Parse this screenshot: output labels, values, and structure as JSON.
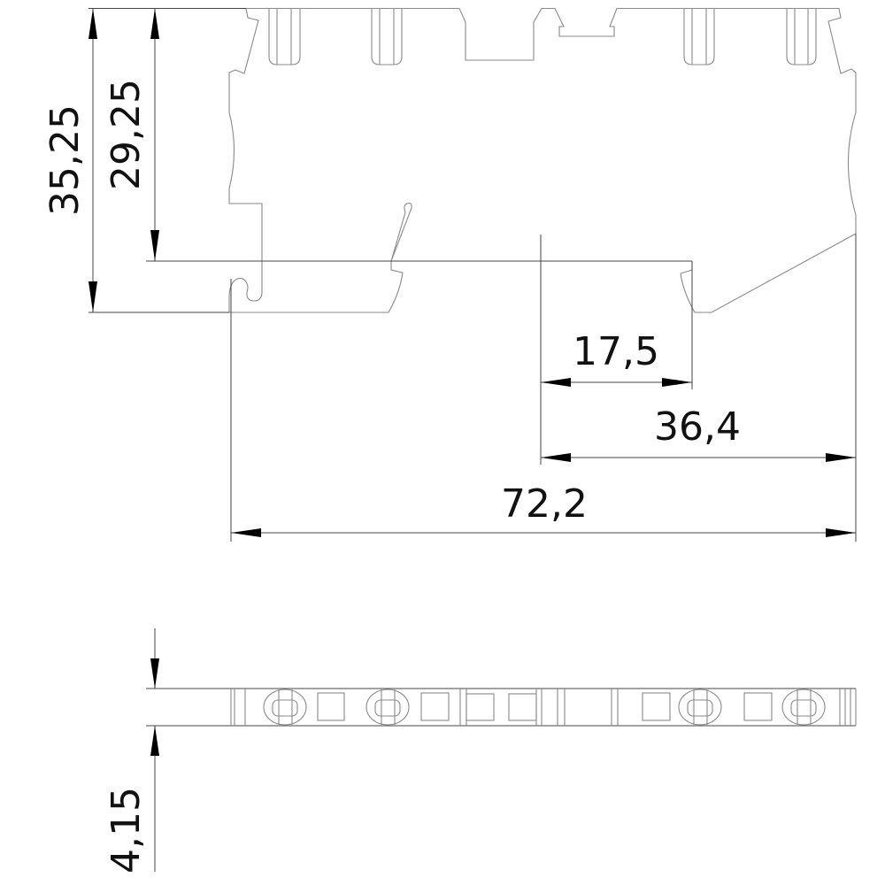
{
  "drawing": {
    "dimensions": {
      "overall_height": "35,25",
      "rail_height": "29,25",
      "foot_width": "17,5",
      "right_width": "36,4",
      "overall_width": "72,2",
      "thickness": "4,15"
    },
    "line_color": "#8a8a8a",
    "dimension_color": "#000000"
  }
}
